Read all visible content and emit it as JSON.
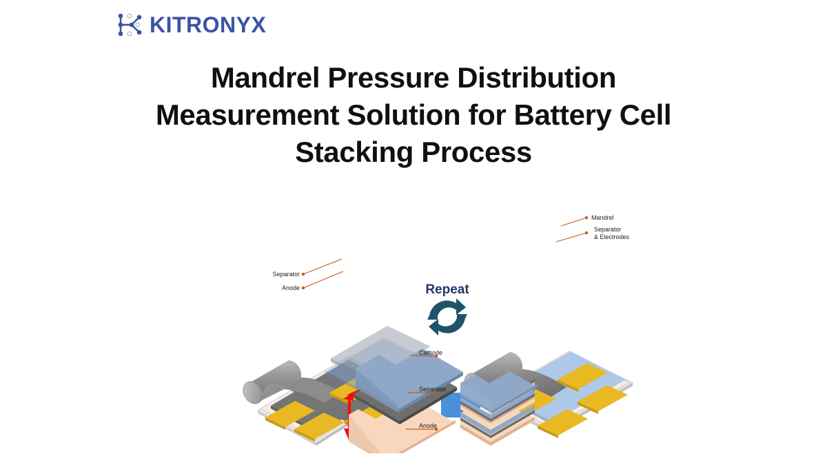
{
  "brand": {
    "name": "KITRONYX",
    "logo_icon": "kitronyx-node-k-logo",
    "color": "#3a53a4"
  },
  "title": {
    "line1": "Mandrel Pressure Distribution",
    "line2": "Measurement Solution for Battery Cell",
    "line3": "Stacking Process",
    "color": "#101010"
  },
  "diagram": {
    "step1": {
      "labels": {
        "separator": "Separator",
        "anode": "Anode"
      },
      "arrow_down_icon": "red-down-arrow",
      "arrow_left_icon": "red-left-arrow"
    },
    "flow_arrow_icon": "blue-right-arrow",
    "step2": {
      "labels": {
        "mandrel": "Mandrel",
        "separator_electrodes_line1": "Separator",
        "separator_electrodes_line2": "& Electrodes"
      }
    },
    "repeat": {
      "label": "Repeat",
      "icon": "cycle-refresh-icon",
      "color": "#203864",
      "icon_color": "#1f5468"
    },
    "exploded_stack": {
      "labels": {
        "cathode": "Cathode",
        "separator": "Separator",
        "anode": "Anode"
      }
    },
    "stacked_cell": {
      "icon": "stacked-layers"
    },
    "colors": {
      "mandrel_roll": "#8b8b8b",
      "separator_sheet": "#707070",
      "electrode_tab": "#e8b923",
      "leader_line": "#c55a11",
      "cathode": "#8fa8c8",
      "separator_layer": "#6e6e6e",
      "anode": "#f8d7bd",
      "blue_film": "#aec8e8",
      "flow_arrow": "#4a90d9",
      "pressure_arrow": "#ee1111"
    }
  }
}
